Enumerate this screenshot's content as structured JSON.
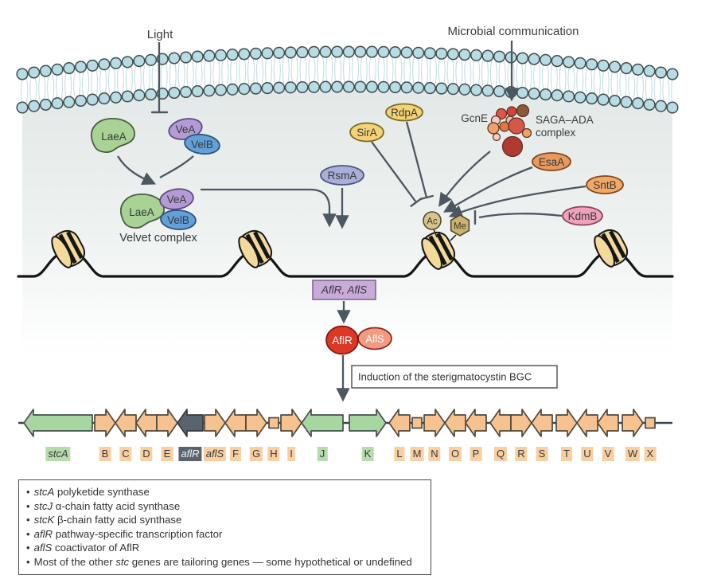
{
  "labels": {
    "light": "Light",
    "microbial": "Microbial communication"
  },
  "proteins": {
    "laea": "LaeA",
    "vea": "VeA",
    "velb": "VelB",
    "velvet_label": "Velvet complex",
    "rsma": "RsmA",
    "sira": "SirA",
    "rdpa": "RdpA",
    "gcne": "GcnE",
    "saga_line1": "SAGA–ADA",
    "saga_line2": "complex",
    "esaa": "EsaA",
    "sntb": "SntB",
    "kdmb": "KdmB"
  },
  "chromatin": {
    "ac": "Ac",
    "me": "Me"
  },
  "regulators": {
    "box_label": "AflR, AflS",
    "aflr": "AflR",
    "afls": "AflS",
    "induction": "Induction of the sterigmatocystin BGC"
  },
  "cluster": {
    "genes": [
      {
        "label": "stcA",
        "dir": "left",
        "color": "green",
        "w": 86,
        "gap": 0,
        "italic": true
      },
      {
        "label": "B",
        "dir": "right",
        "color": "orange",
        "w": 26,
        "gap": 3,
        "italic": false
      },
      {
        "label": "C",
        "dir": "left",
        "color": "orange",
        "w": 26,
        "gap": 0,
        "italic": false
      },
      {
        "label": "D",
        "dir": "left",
        "color": "orange",
        "w": 26,
        "gap": 0,
        "italic": false
      },
      {
        "label": "E",
        "dir": "right",
        "color": "orange",
        "w": 26,
        "gap": 0,
        "italic": false
      },
      {
        "label": "aflR",
        "dir": "left",
        "color": "dark",
        "w": 32,
        "gap": 0,
        "italic": true
      },
      {
        "label": "aflS",
        "dir": "right",
        "color": "orange",
        "w": 26,
        "gap": 2,
        "italic": true
      },
      {
        "label": "F",
        "dir": "left",
        "color": "orange",
        "w": 26,
        "gap": 0,
        "italic": false
      },
      {
        "label": "G",
        "dir": "right",
        "color": "orange",
        "w": 26,
        "gap": 0,
        "italic": false
      },
      {
        "label": "H",
        "dir": "square",
        "color": "orange",
        "w": 12,
        "gap": 3,
        "italic": false
      },
      {
        "label": "I",
        "dir": "right",
        "color": "orange",
        "w": 26,
        "gap": 3,
        "italic": false
      },
      {
        "label": "J",
        "dir": "left",
        "color": "green",
        "w": 52,
        "gap": 0,
        "italic": false
      },
      {
        "label": "K",
        "dir": "right",
        "color": "green",
        "w": 46,
        "gap": 8,
        "italic": false
      },
      {
        "label": "L",
        "dir": "left",
        "color": "orange",
        "w": 26,
        "gap": 4,
        "italic": false
      },
      {
        "label": "M",
        "dir": "square",
        "color": "orange",
        "w": 12,
        "gap": 3,
        "italic": false
      },
      {
        "label": "N",
        "dir": "right",
        "color": "orange",
        "w": 26,
        "gap": 3,
        "italic": false
      },
      {
        "label": "O",
        "dir": "left",
        "color": "orange",
        "w": 26,
        "gap": 0,
        "italic": false
      },
      {
        "label": "P",
        "dir": "left",
        "color": "orange",
        "w": 26,
        "gap": 0,
        "italic": false
      },
      {
        "label": "Q",
        "dir": "left",
        "color": "orange",
        "w": 26,
        "gap": 5,
        "italic": false
      },
      {
        "label": "R",
        "dir": "right",
        "color": "orange",
        "w": 26,
        "gap": 0,
        "italic": false
      },
      {
        "label": "S",
        "dir": "left",
        "color": "orange",
        "w": 26,
        "gap": 0,
        "italic": false
      },
      {
        "label": "T",
        "dir": "right",
        "color": "orange",
        "w": 26,
        "gap": 5,
        "italic": false
      },
      {
        "label": "U",
        "dir": "left",
        "color": "orange",
        "w": 26,
        "gap": 0,
        "italic": false
      },
      {
        "label": "V",
        "dir": "left",
        "color": "orange",
        "w": 26,
        "gap": 0,
        "italic": false
      },
      {
        "label": "W",
        "dir": "right",
        "color": "orange",
        "w": 26,
        "gap": 5,
        "italic": false
      },
      {
        "label": "X",
        "dir": "square",
        "color": "orange",
        "w": 12,
        "gap": 3,
        "italic": false
      }
    ]
  },
  "legend": {
    "items": [
      [
        {
          "t": "stcA",
          "i": true
        },
        {
          "t": " polyketide synthase",
          "i": false
        }
      ],
      [
        {
          "t": "stcJ",
          "i": true
        },
        {
          "t": " α-chain fatty acid synthase",
          "i": false
        }
      ],
      [
        {
          "t": "stcK",
          "i": true
        },
        {
          "t": " β-chain fatty acid synthase",
          "i": false
        }
      ],
      [
        {
          "t": "aflR",
          "i": true
        },
        {
          "t": " pathway-specific transcription factor",
          "i": false
        }
      ],
      [
        {
          "t": "aflS",
          "i": true
        },
        {
          "t": " coactivator of AflR",
          "i": false
        }
      ],
      [
        {
          "t": "Most of the other ",
          "i": false
        },
        {
          "t": "stc",
          "i": true
        },
        {
          "t": " genes are tailoring genes — some hypothetical or undefined",
          "i": false
        }
      ]
    ]
  },
  "colors": {
    "arrow": "#4d5761",
    "membrane_head": "#b9dbe3",
    "membrane_tail": "#c6dde2",
    "cell_top": "#e2e8e7",
    "nucleosome": "#f2da9c",
    "ac_mark": "#d8c48d",
    "me_mark": "#cbb472",
    "laea": "#a9d295",
    "vea": "#b59bd5",
    "velb": "#64a0d8",
    "rsma": "#a8b0d8",
    "sira_rdpa": "#f4d276",
    "esaa": "#e9995f",
    "sntb": "#f3a966",
    "kdmb": "#f0a2ba",
    "aflr_box": "#c9abd8",
    "aflr_oval": "#dd3826",
    "afls_oval": "#ef9c82",
    "cluster": {
      "green": {
        "fill": "#a7d6a0",
        "stroke": "#45504a",
        "label_bg": "#b6dcad"
      },
      "orange": {
        "fill": "#f6c28f",
        "stroke": "#50483c",
        "label_bg": "#f7cfa1"
      },
      "dark": {
        "fill": "#5a646e",
        "stroke": "#333a42",
        "label_bg": "#5a646e"
      }
    }
  }
}
